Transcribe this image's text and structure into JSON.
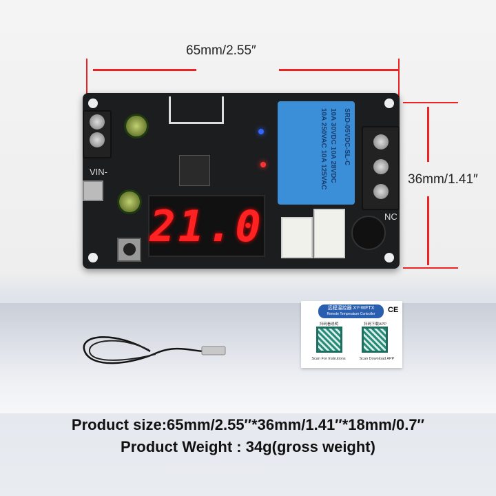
{
  "dimensions": {
    "width_label": "65mm/2.55″",
    "height_label": "36mm/1.41″",
    "arrow_color": "#e22222"
  },
  "board": {
    "display_value": "21.0",
    "display_color": "#ff2222",
    "silk_vin": "VIN-",
    "silk_nc": "NC",
    "relay": {
      "model": "SRD-05VDC-SL-C",
      "rating_ac": "10A 250VAC 10A 125VAC",
      "rating_dc": "10A 30VDC 10A 28VDC",
      "color": "#3a8fd8"
    }
  },
  "card": {
    "title_cn": "远程温控器 XY-WFTX",
    "title_en": "Remote Temperature Controller",
    "ce_mark": "CE",
    "qr_left": {
      "label_cn": "扫码看说明",
      "label_en": "Scan For Instrutions"
    },
    "qr_right": {
      "label_cn": "扫码下载APP",
      "label_en": "Scan Download APP"
    }
  },
  "caption": {
    "line1": "Product size:65mm/2.55″*36mm/1.41″*18mm/0.7″",
    "line2": "Product Weight : 34g(gross weight)"
  }
}
